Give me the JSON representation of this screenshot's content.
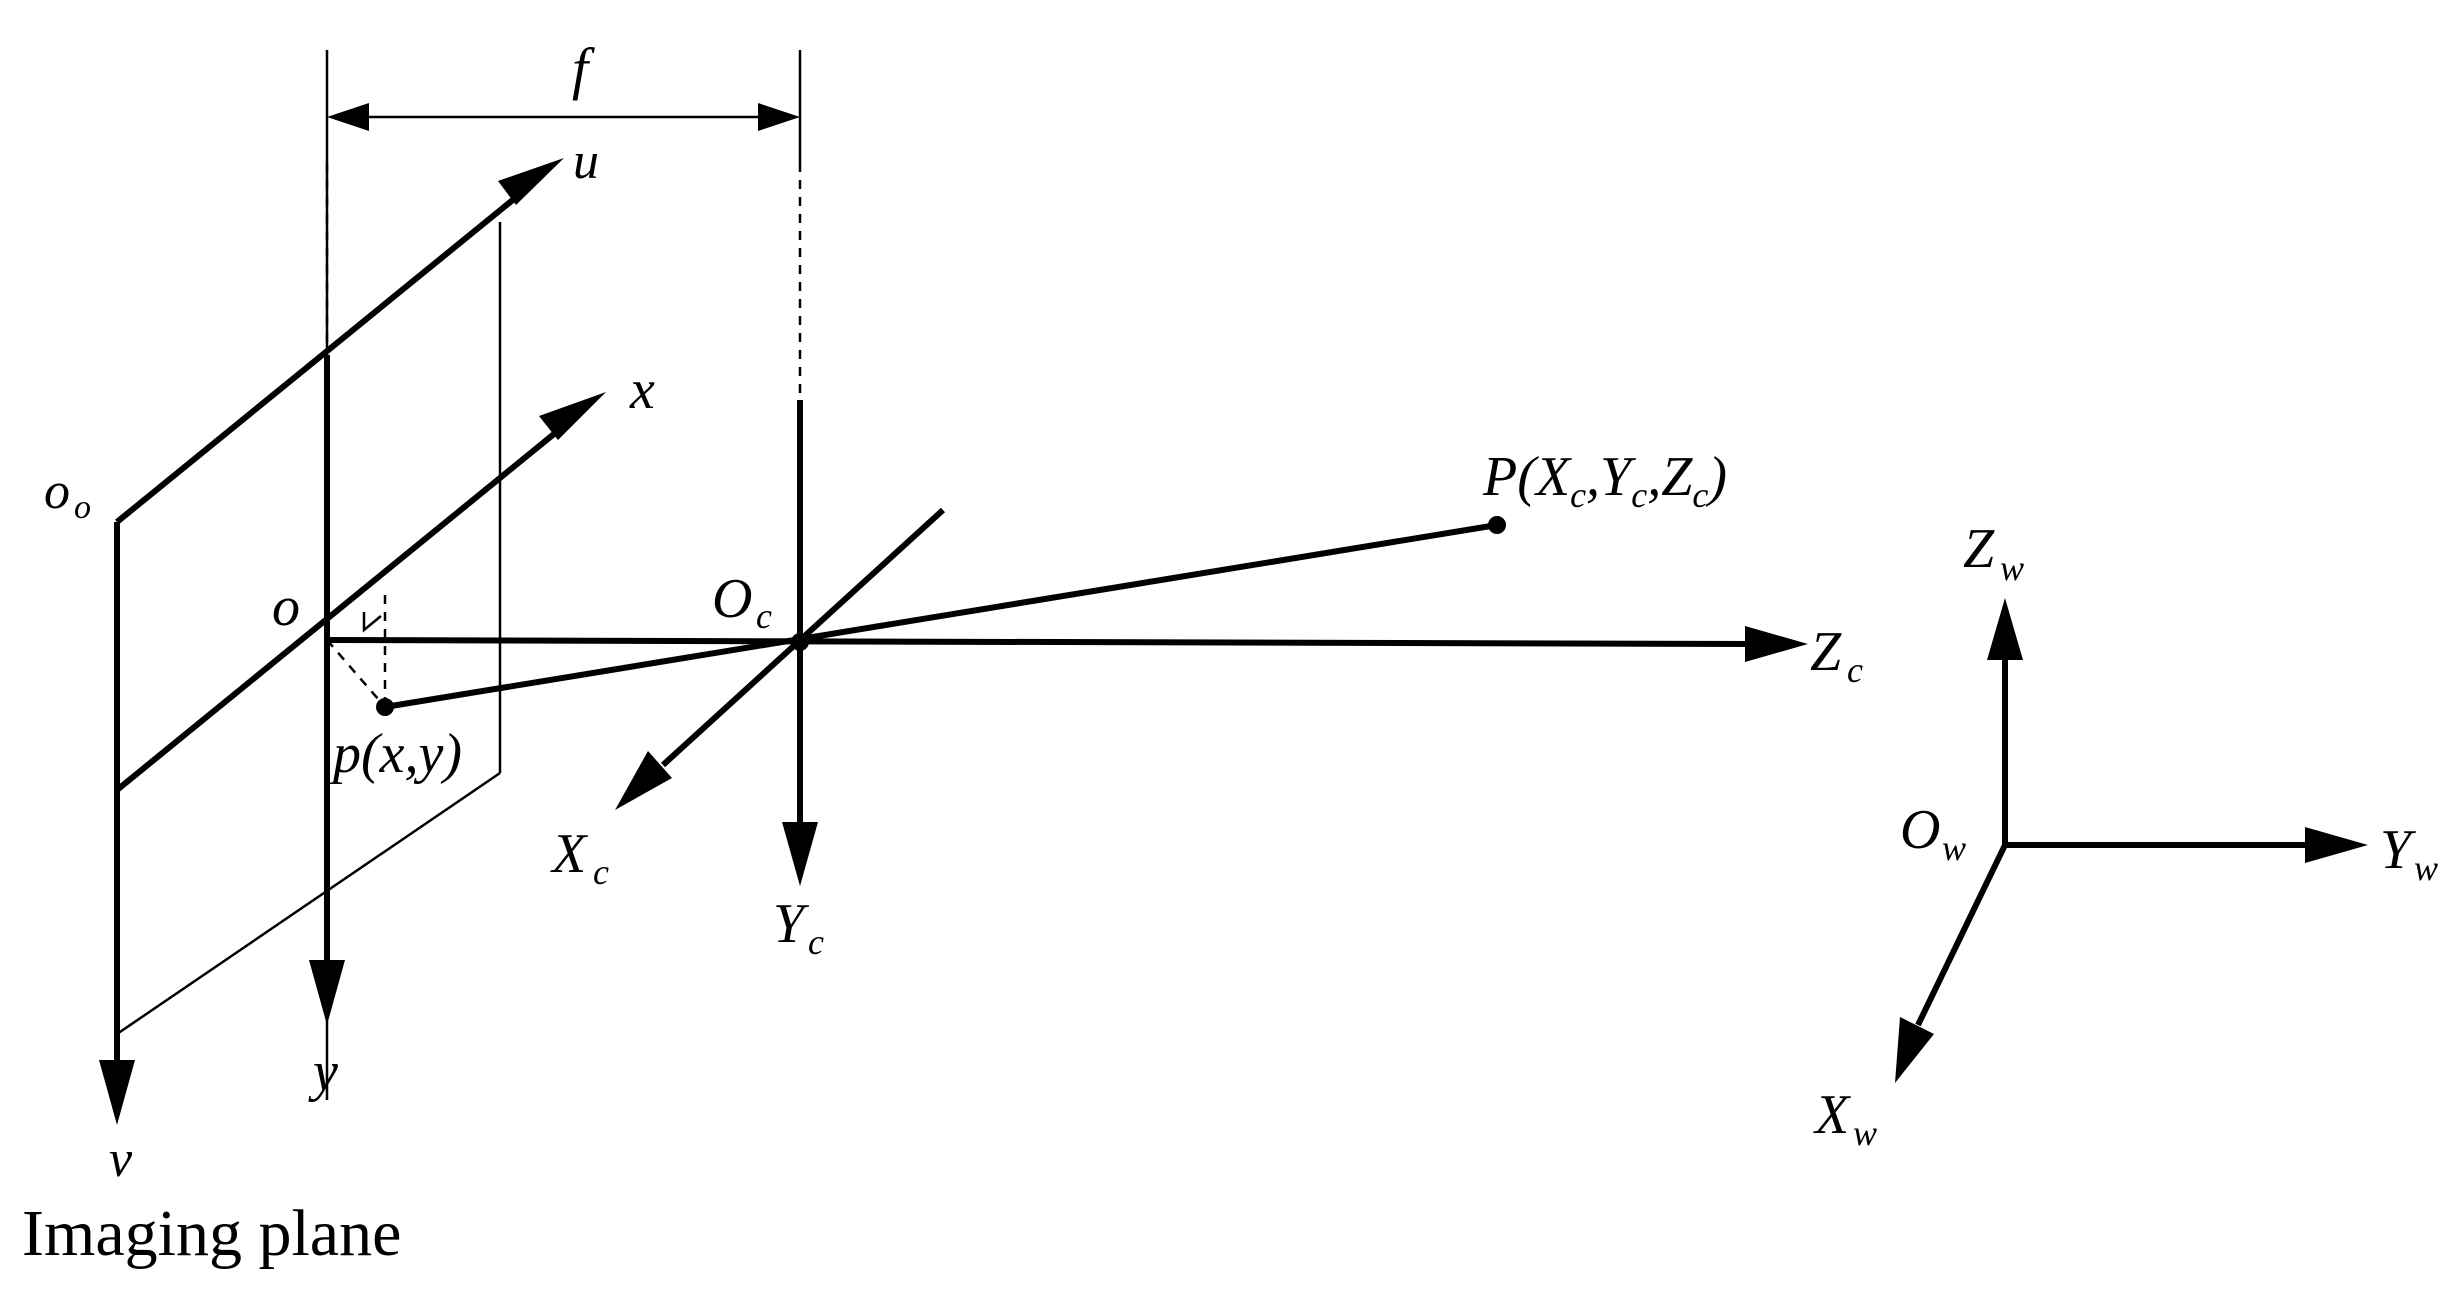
{
  "diagram": {
    "focal_label": "f",
    "image_plane": {
      "origin_label": "o",
      "origin_sub": "o",
      "u_label": "u",
      "v_label": "v",
      "caption": "Imaging plane"
    },
    "image_coords": {
      "origin_label": "o",
      "x_label": "x",
      "y_label": "y",
      "point_label": "p(x,y)"
    },
    "camera": {
      "origin_label": "O",
      "origin_sub": "c",
      "xc_label": "X",
      "xc_sub": "c",
      "yc_label": "Y",
      "yc_sub": "c",
      "zc_label": "Z",
      "zc_sub": "c",
      "point_label_pre": "P(X",
      "point_sub1": "c",
      "point_mid1": ",Y",
      "point_sub2": "c",
      "point_mid2": ",Z",
      "point_sub3": "c",
      "point_post": ")"
    },
    "world": {
      "origin_label": "O",
      "origin_sub": "w",
      "xw_label": "X",
      "xw_sub": "w",
      "yw_label": "Y",
      "yw_sub": "w",
      "zw_label": "Z",
      "zw_sub": "w"
    }
  }
}
